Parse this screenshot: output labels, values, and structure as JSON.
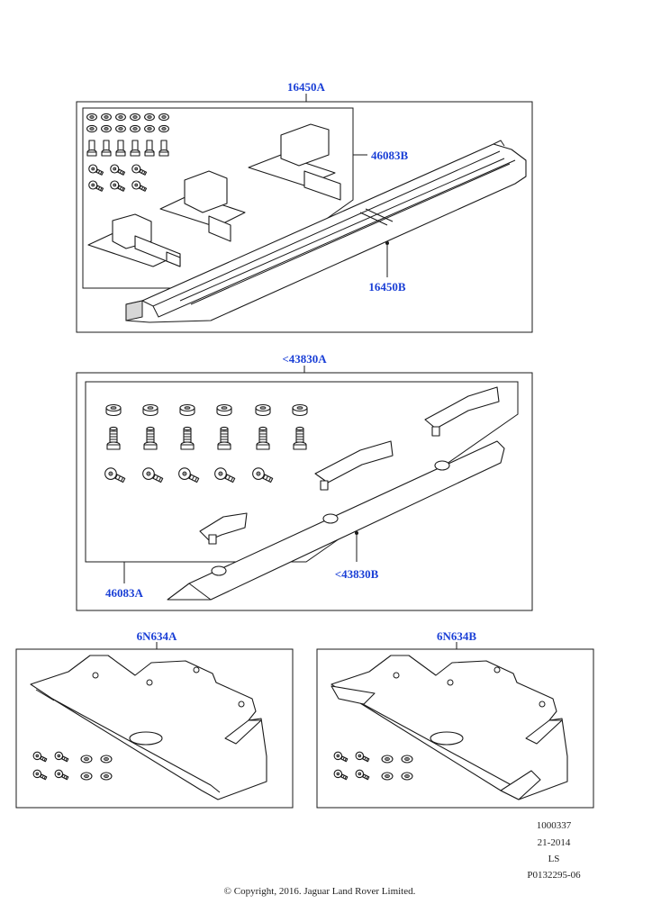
{
  "callouts": {
    "panel1_title": "16450A",
    "panel1_kit": "46083B",
    "panel1_step": "16450B",
    "panel2_title": "<43830A",
    "panel2_kit": "46083A",
    "panel2_step": "<43830B",
    "panel3_title": "6N634A",
    "panel4_title": "6N634B"
  },
  "meta": {
    "line1": "1000337",
    "line2": "21-2014",
    "line3": "LS",
    "line4": "P0132295-06"
  },
  "copyright": "© Copyright, 2016. Jaguar Land Rover Limited.",
  "colors": {
    "callout": "#1a3fd6",
    "line": "#1a1a1a",
    "background": "#ffffff"
  }
}
